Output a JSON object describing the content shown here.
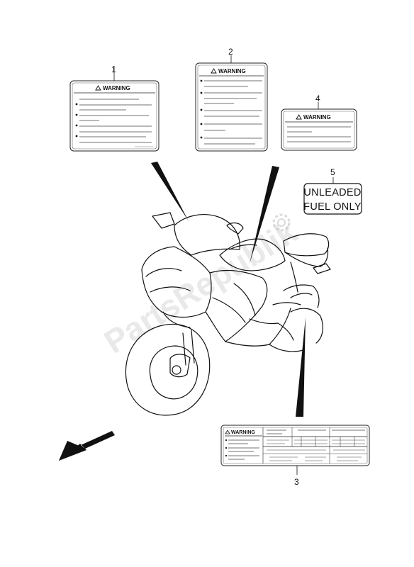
{
  "callouts": {
    "c1": "1",
    "c2": "2",
    "c3": "3",
    "c4": "4",
    "c5": "5"
  },
  "labels": {
    "warning_heading": "WARNING",
    "fuel_line1": "UNLEADED",
    "fuel_line2": "FUEL ONLY"
  },
  "watermark": "PartsRepublik",
  "icons": [
    "warning-triangle-icon",
    "gear-icon",
    "direction-arrow-icon"
  ]
}
